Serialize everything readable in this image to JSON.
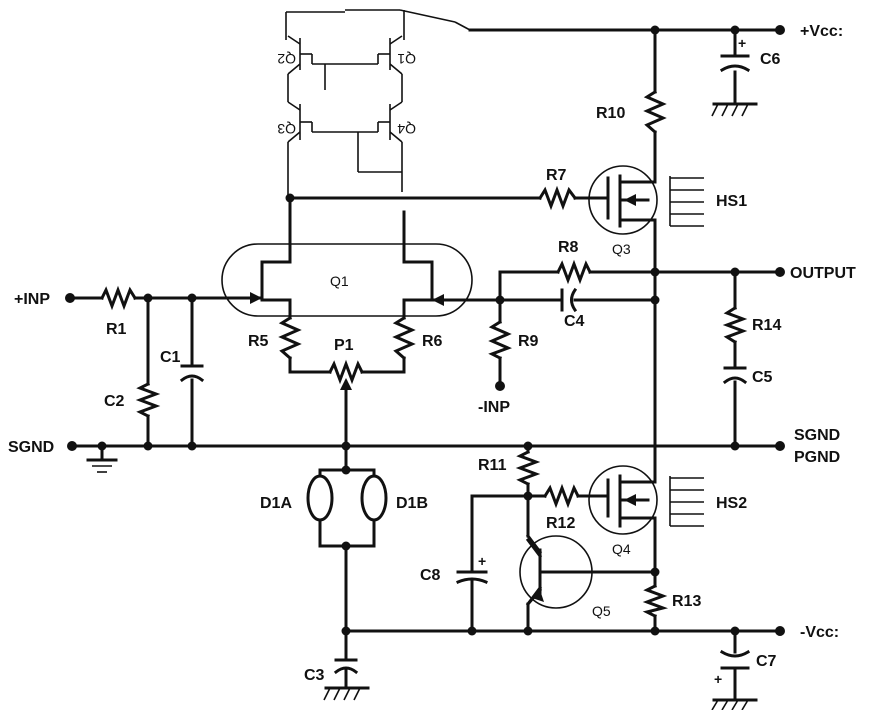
{
  "labels": {
    "vcc_pos": "+Vcc:",
    "vcc_neg": "-Vcc:",
    "inp_pos": "+INP",
    "inp_neg": "-INP",
    "sgnd": "SGND",
    "sgnd_right": "SGND",
    "pgnd_right": "PGND",
    "output": "OUTPUT",
    "r1": "R1",
    "r5": "R5",
    "r6": "R6",
    "r7": "R7",
    "r8": "R8",
    "r9": "R9",
    "r10": "R10",
    "r11": "R11",
    "r12": "R12",
    "r13": "R13",
    "r14": "R14",
    "c1": "C1",
    "c2": "C2",
    "c3": "C3",
    "c4": "C4",
    "c5": "C5",
    "c6": "C6",
    "c7": "C7",
    "c8": "C8",
    "p1": "P1",
    "d1a": "D1A",
    "d1b": "D1B",
    "q1": "Q1",
    "q3": "Q3",
    "q4": "Q4",
    "q5": "Q5",
    "hs1": "HS1",
    "hs2": "HS2",
    "mir_q1": "Q1",
    "mir_q2": "Q2",
    "mir_q3": "Q3",
    "mir_q4": "Q4"
  }
}
